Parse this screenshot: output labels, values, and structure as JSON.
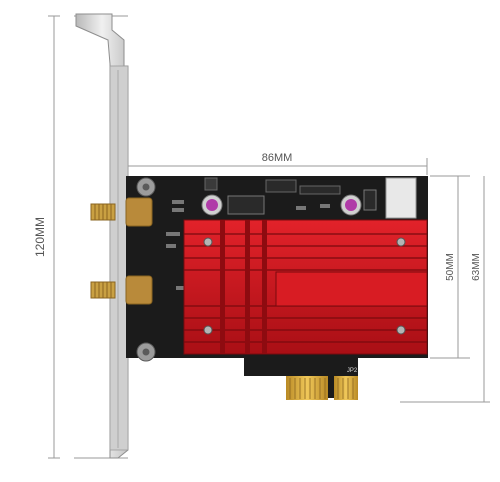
{
  "dimensions": {
    "height_bracket": "120MM",
    "width_board": "86MM",
    "height_board": "50MM",
    "height_total": "63MM"
  },
  "board_labels": {
    "jp2": "JP2"
  },
  "colors": {
    "pcb": "#1b1b1b",
    "heatsink": "#c8141b",
    "heatsink_shadow": "#7a0a0e",
    "bracket": "#d8d8d8",
    "gold": "#d9a93a",
    "dim_line": "#9a9a9a"
  }
}
